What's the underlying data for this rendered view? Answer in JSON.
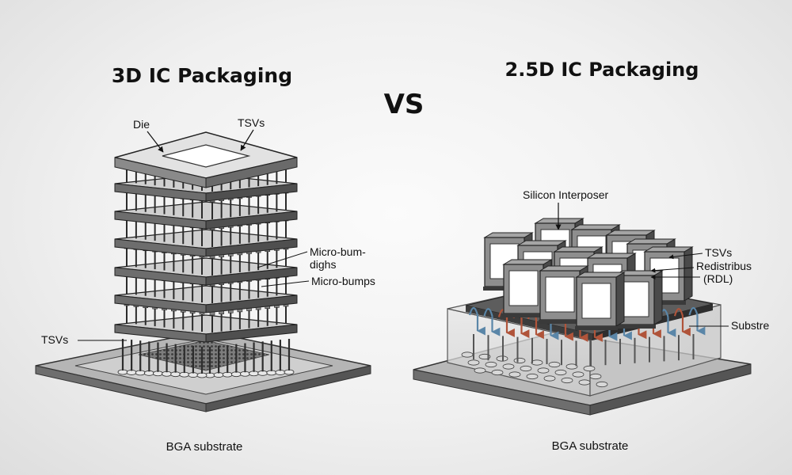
{
  "titles": {
    "left": "3D IC Packaging",
    "vs": "VS",
    "right": "2.5D IC Packaging"
  },
  "left_labels": {
    "die": "Die",
    "tsvs_top": "TSVs",
    "micro_bump_1": "Micro-bum-",
    "micro_bump_2": "dighs",
    "micro_bumps": "Micro-bumps",
    "tsvs_bottom": "TSVs",
    "substrate": "BGA substrate"
  },
  "right_labels": {
    "interposer": "Silicon Interposer",
    "tsvs": "TSVs",
    "rdl_1": "Redistribus",
    "rdl_2": "(RDL)",
    "substrate_side": "Substre",
    "substrate": "BGA substrate"
  },
  "colors": {
    "metal": "#9a9a9a",
    "dark": "#333333",
    "via_red": "#b0543a",
    "via_blue": "#5a86a8"
  }
}
